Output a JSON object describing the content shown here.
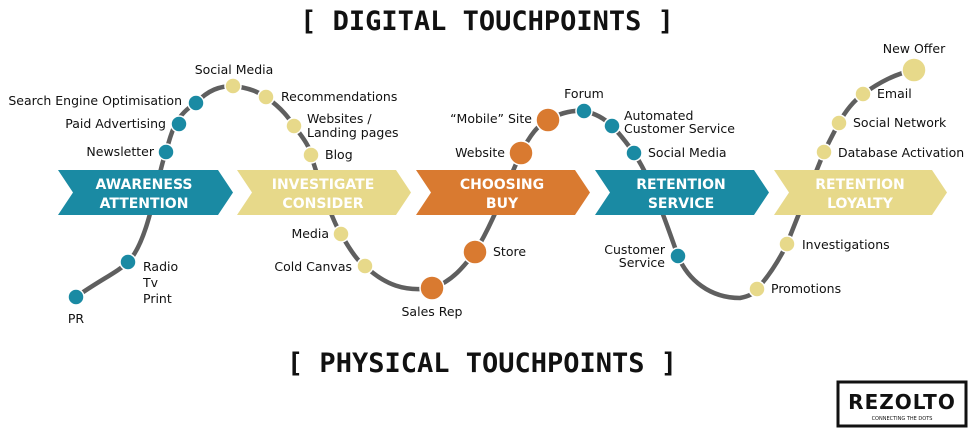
{
  "headings": {
    "digital": "[ DIGITAL TOUCHPOINTS ]",
    "physical": "[ PHYSICAL TOUCHPOINTS ]"
  },
  "stages": [
    {
      "line1": "AWARENESS",
      "line2": "ATTENTION",
      "color": "#1a8aa3"
    },
    {
      "line1": "INVESTIGATE",
      "line2": "CONSIDER",
      "color": "#e7d98a"
    },
    {
      "line1": "CHOOSING",
      "line2": "BUY",
      "color": "#d97a30"
    },
    {
      "line1": "RETENTION",
      "line2": "SERVICE",
      "color": "#1a8aa3"
    },
    {
      "line1": "RETENTION",
      "line2": "LOYALTY",
      "color": "#e7d98a"
    }
  ],
  "touchpoints": {
    "pr": "PR",
    "radio": "Radio",
    "tv": "Tv",
    "print": "Print",
    "newsletter": "Newsletter",
    "paid_advertising": "Paid Advertising",
    "search_engine": "Search Engine Optimisation",
    "social_media_1": "Social Media",
    "recommendations": "Recommendations",
    "websites_1": "Websites /",
    "websites_2": "Landing pages",
    "blog": "Blog",
    "media": "Media",
    "cold_canvas": "Cold Canvas",
    "sales_rep": "Sales Rep",
    "store": "Store",
    "website": "Website",
    "mobile_site": "“Mobile” Site",
    "forum": "Forum",
    "automated_1": "Automated",
    "automated_2": "Customer Service",
    "social_media_2": "Social Media",
    "customer_service_1": "Customer",
    "customer_service_2": "Service",
    "promotions": "Promotions",
    "investigations": "Investigations",
    "database_activation": "Database Activation",
    "social_network": "Social Network",
    "email": "Email",
    "new_offer": "New Offer"
  },
  "logo": {
    "brand": "REZOLTO",
    "tagline": "CONNECTING THE DOTS"
  },
  "colors": {
    "blue": "#1a8aa3",
    "yellow": "#e7d98a",
    "orange": "#d97a30",
    "curve": "#5f5f5f"
  }
}
